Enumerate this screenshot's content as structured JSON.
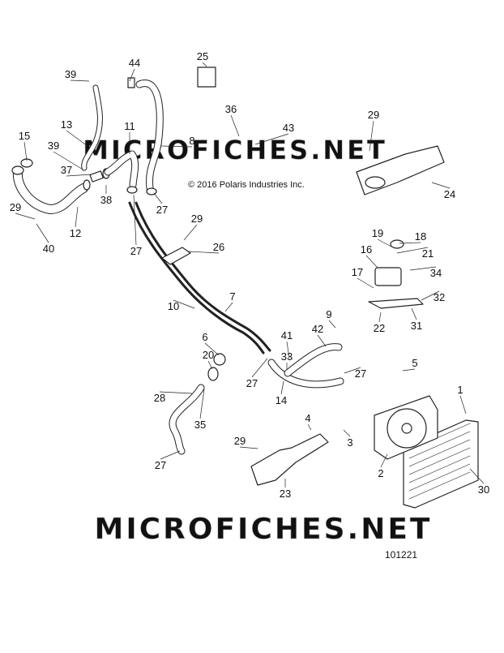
{
  "diagram": {
    "copyright": "© 2016 Polaris Industries Inc.",
    "figure_id": "101221",
    "watermark_text": "MICROFICHES.NET",
    "line_color": "#222222",
    "watermark_color": "#c8c8c8",
    "callouts": [
      "1",
      "2",
      "3",
      "4",
      "5",
      "6",
      "7",
      "8",
      "9",
      "10",
      "11",
      "12",
      "13",
      "14",
      "15",
      "16",
      "17",
      "18",
      "19",
      "20",
      "21",
      "22",
      "23",
      "24",
      "25",
      "26",
      "27",
      "27",
      "27",
      "27",
      "27",
      "28",
      "29",
      "29",
      "29",
      "29",
      "30",
      "31",
      "32",
      "33",
      "34",
      "35",
      "36",
      "37",
      "38",
      "39",
      "39",
      "40",
      "41",
      "42",
      "43",
      "44"
    ]
  }
}
